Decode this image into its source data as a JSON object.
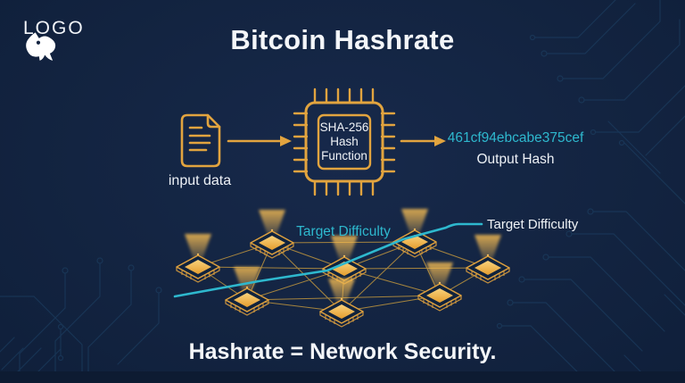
{
  "brand": {
    "logo_text": "LOGO"
  },
  "header": {
    "title": "Bitcoin Hashrate"
  },
  "flow": {
    "input_label": "input data",
    "chip_lines": [
      "SHA-256",
      "Hash",
      "Function"
    ],
    "output_hash": "461cf94ebcabe375cef",
    "output_label": "Output Hash"
  },
  "network": {
    "inline_label": "Target Difficulty",
    "callout_label": "Target Difficulty",
    "node_count": 8
  },
  "footer": {
    "headline": "Hashrate = Network Security."
  },
  "colors": {
    "background": "#132441",
    "gold": "#E2A43F",
    "cyan": "#2EB8CE",
    "text": "#F2F5F9",
    "trace": "#1E4468"
  }
}
